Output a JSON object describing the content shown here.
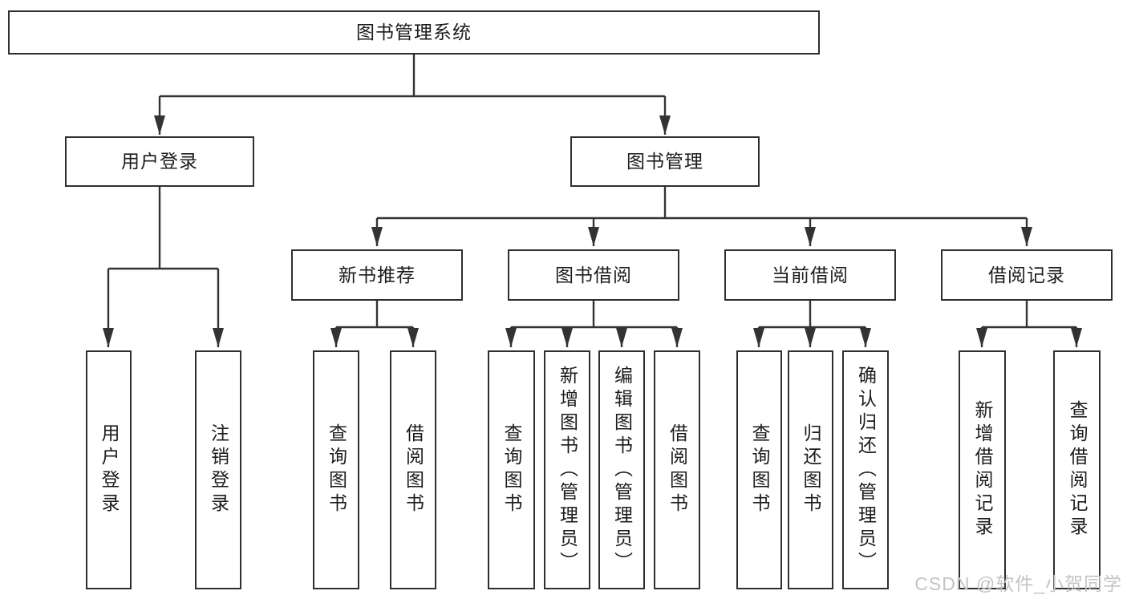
{
  "tree": {
    "label": "图书管理系统",
    "children": [
      {
        "label": "用户登录",
        "children": [
          {
            "label": "用户登录"
          },
          {
            "label": "注销登录"
          }
        ]
      },
      {
        "label": "图书管理",
        "children": [
          {
            "label": "新书推荐",
            "children": [
              {
                "label": "查询图书"
              },
              {
                "label": "借阅图书"
              }
            ]
          },
          {
            "label": "图书借阅",
            "children": [
              {
                "label": "查询图书"
              },
              {
                "label": "新增图书（管理员）"
              },
              {
                "label": "编辑图书（管理员）"
              },
              {
                "label": "借阅图书"
              }
            ]
          },
          {
            "label": "当前借阅",
            "children": [
              {
                "label": "查询图书"
              },
              {
                "label": "归还图书"
              },
              {
                "label": "确认归还（管理员）"
              }
            ]
          },
          {
            "label": "借阅记录",
            "children": [
              {
                "label": "新增借阅记录"
              },
              {
                "label": "查询借阅记录"
              }
            ]
          }
        ]
      }
    ]
  },
  "watermark": {
    "text": "CSDN @软件_小贺同学"
  },
  "colors": {
    "line": "#333333",
    "border": "#2f2f2f",
    "text": "#1c1c1c",
    "watermark": "#c4c4c4",
    "background": "#ffffff"
  }
}
